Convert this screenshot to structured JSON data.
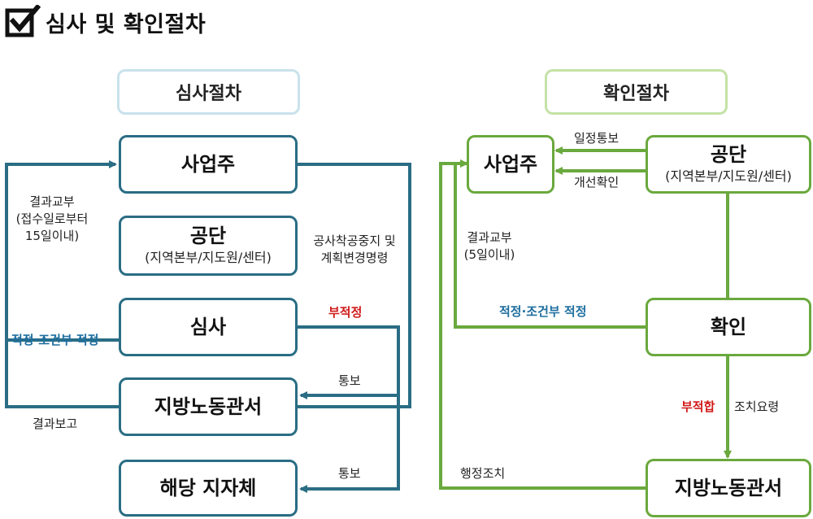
{
  "title": "심사 및 확인절차",
  "review": {
    "header": "심사절차",
    "employer": "사업주",
    "agency": "공단",
    "agency_sub": "(지역본부/지도원/센터)",
    "review": "심사",
    "labor_office": "지방노동관서",
    "local_gov": "해당 지자체",
    "result_delivery": "결과교부",
    "result_delivery_sub1": "(접수일로부터",
    "result_delivery_sub2": "15일이내)",
    "suspend_1": "공사착공중지 및",
    "suspend_2": "계획변경명령",
    "unfit": "부적정",
    "fit": "적정·조건부 적정",
    "notify1": "통보",
    "notify2": "통보",
    "result_report": "결과보고"
  },
  "confirm": {
    "header": "확인절차",
    "employer": "사업주",
    "agency": "공단",
    "agency_sub": "(지역본부/지도원/센터)",
    "schedule": "일정통보",
    "improve": "개선확인",
    "result_delivery": "결과교부",
    "result_delivery_sub": "(5일이내)",
    "fit": "적정·조건부 적정",
    "confirm": "확인",
    "unfit": "부적합",
    "action_req": "조치요령",
    "admin_action": "행정조치",
    "labor_office": "지방노동관서"
  },
  "colors": {
    "review_line": "#2a6d84",
    "confirm_line": "#6aa93e",
    "review_header_border": "#c9e2ec",
    "confirm_header_border": "#c4e2a6",
    "warn": "#d11b1b",
    "fit_text": "#1f6fa0"
  },
  "icons": {
    "title_icon": "checkbox-check-icon"
  }
}
